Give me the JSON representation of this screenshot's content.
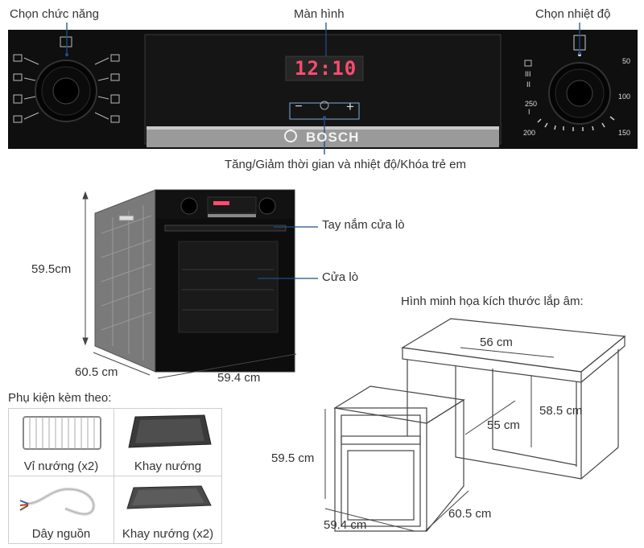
{
  "control_panel": {
    "labels": {
      "mode_knob": "Chọn chức năng",
      "display": "Màn hình",
      "temp_knob": "Chọn nhiệt độ",
      "buttons": "Tăng/Giảm thời gian và nhiệt độ/Khóa trẻ em"
    },
    "clock": "12:10",
    "brand": "BOSCH",
    "button_minus": "−",
    "button_plus": "+",
    "temp_scale": [
      "50",
      "100",
      "150",
      "200",
      "250",
      "III",
      "II",
      "I"
    ]
  },
  "oven_view": {
    "labels": {
      "handle": "Tay nắm cửa lò",
      "door": "Cửa lò"
    },
    "dims": {
      "height": "59.5cm",
      "depth": "60.5 cm",
      "width": "59.4 cm"
    }
  },
  "installation": {
    "title": "Hình minh họa kích thước lắp âm:",
    "dims": {
      "cabinet_width": "56 cm",
      "cabinet_depth": "55 cm",
      "cabinet_height": "58.5 cm",
      "oven_height": "59.5 cm",
      "oven_width": "59.4 cm",
      "oven_depth": "60.5 cm"
    }
  },
  "accessories": {
    "title": "Phụ kiện kèm theo:",
    "items": [
      {
        "label": "Vỉ nướng (x2)",
        "icon": "wire-rack-icon"
      },
      {
        "label": "Khay nướng",
        "icon": "deep-tray-icon"
      },
      {
        "label": "Dây nguồn",
        "icon": "power-cord-icon"
      },
      {
        "label": "Khay nướng (x2)",
        "icon": "flat-tray-icon"
      }
    ]
  },
  "colors": {
    "panel": "#111111",
    "display_digits": "#ff4b6e",
    "callout_line": "#1f4e8c",
    "text": "#333333"
  }
}
